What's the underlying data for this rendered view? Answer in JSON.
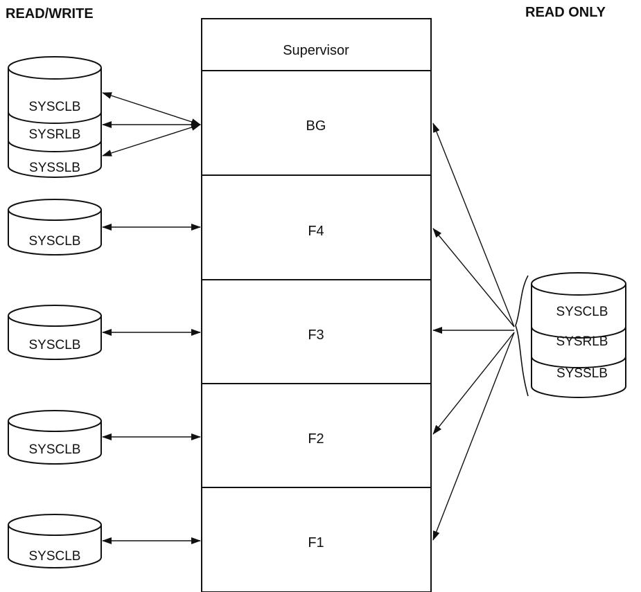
{
  "headers": {
    "left": "READ/WRITE",
    "right": "READ ONLY"
  },
  "partitions": [
    "Supervisor",
    "BG",
    "F4",
    "F3",
    "F2",
    "F1"
  ],
  "left_libraries": {
    "bg_stack": [
      "SYSCLB",
      "SYSRLB",
      "SYSSLB"
    ],
    "f4": "SYSCLB",
    "f3": "SYSCLB",
    "f2": "SYSCLB",
    "f1": "SYSCLB"
  },
  "right_libraries": {
    "stack": [
      "SYSCLB",
      "SYSRLB",
      "SYSSLB"
    ]
  }
}
